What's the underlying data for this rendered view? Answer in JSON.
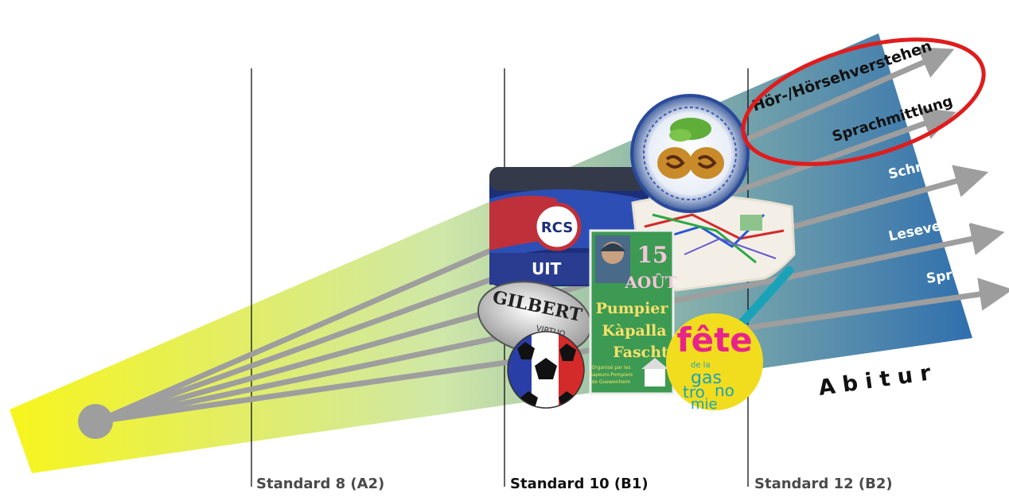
{
  "colors": {
    "wedge_start": "#f7f51c",
    "wedge_mid": "#cfe7a8",
    "wedge_end": "#2f6fae",
    "ray": "#9e9e9e",
    "ellipse": "#e01c1c",
    "fete_yellow": "#f2dc1e",
    "fete_pink": "#e8238c",
    "fete_teal": "#1aa3b8"
  },
  "skills": [
    "Hör-/Hörsehverstehen",
    "Sprachmittlung",
    "Schreiben",
    "Leseverstehen",
    "Sprechen"
  ],
  "standards": [
    "Standard 8 (A2)",
    "Standard 10 (B1)",
    "Standard 12 (B2)"
  ],
  "abitur": "A b i t u r",
  "pictures": {
    "flag_icon": "club-flag-icon",
    "flag_text": "RCS",
    "flag_banner": "UIT",
    "meal_icon": "dish-icon",
    "map_icon": "city-map-icon",
    "rugby_icon": "rugby-ball-icon",
    "rugby_brand": "GILBERT",
    "rugby_model": "VIRTUO",
    "soccer_icon": "soccer-ball-icon",
    "poster": {
      "icon": "firefighter-poster-icon",
      "line1": "15",
      "line2": "AOÛT",
      "line3": "Pumpier",
      "line4": "Kàpalla",
      "line5": "Fascht",
      "small1": "Organisé par les",
      "small2": "Sapeurs-Pompiers",
      "small3": "de Guewenheim"
    },
    "fete": {
      "icon": "fete-gastronomie-logo-icon",
      "w1": "fête",
      "w2": "de la",
      "w3": "gas",
      "w4": "tro",
      "w5": "no",
      "w6": "mie"
    }
  }
}
